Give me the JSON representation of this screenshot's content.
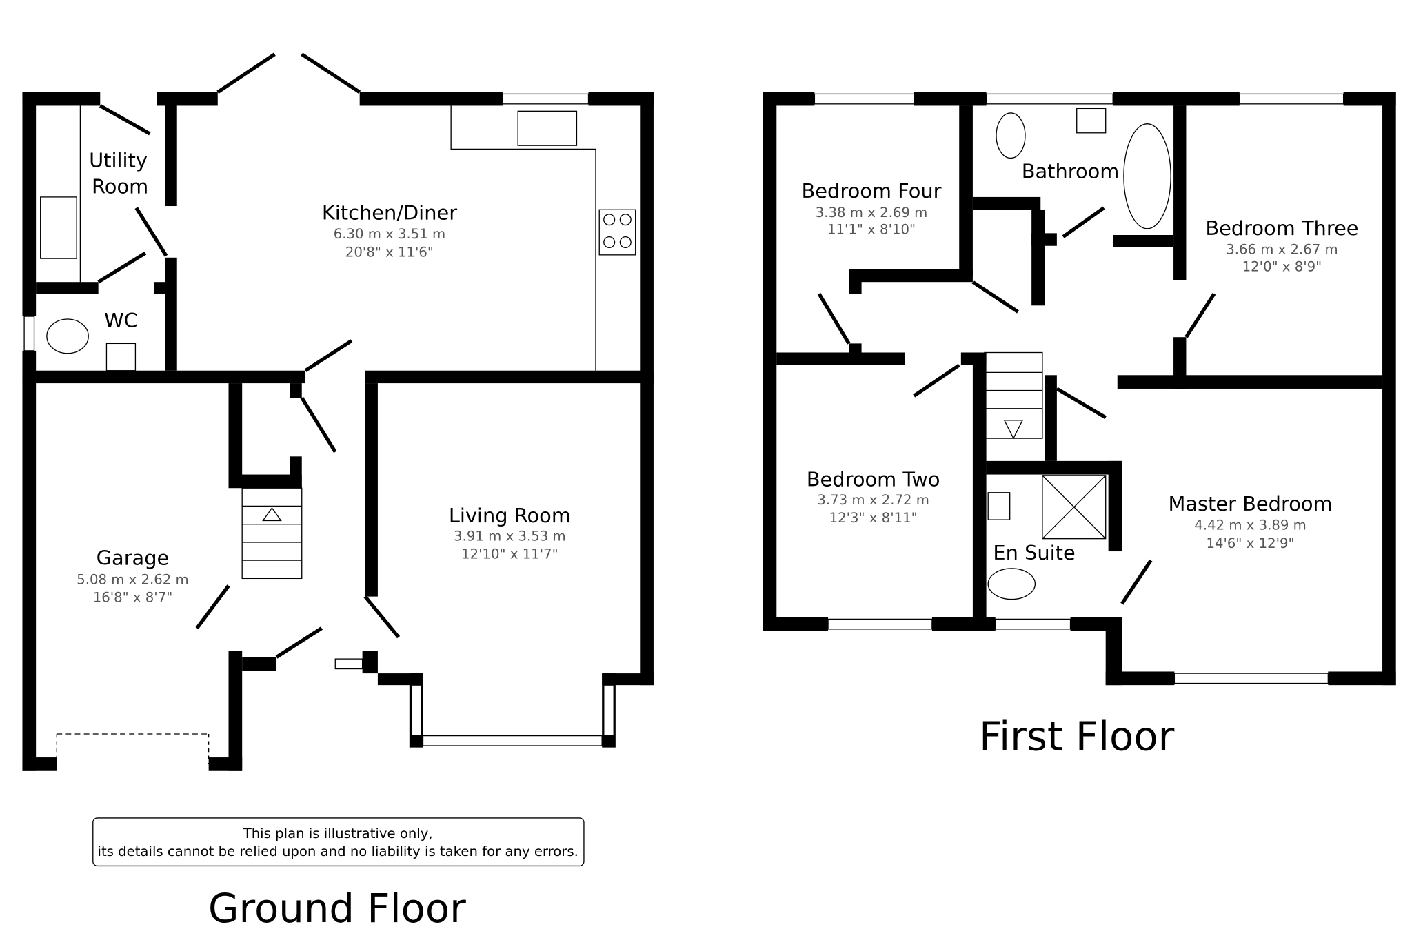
{
  "ground_floor": {
    "title": "Ground Floor",
    "rooms": {
      "utility": {
        "name_line1": "Utility",
        "name_line2": "Room"
      },
      "kitchen": {
        "name": "Kitchen/Diner",
        "metric": "6.30 m x 3.51 m",
        "imperial": "20'8\" x 11'6\""
      },
      "wc": {
        "name": "WC"
      },
      "garage": {
        "name": "Garage",
        "metric": "5.08 m x 2.62 m",
        "imperial": "16'8\" x 8'7\""
      },
      "living": {
        "name": "Living Room",
        "metric": "3.91 m x 3.53 m",
        "imperial": "12'10\" x 11'7\""
      }
    },
    "disclaimer": {
      "line1": "This plan is illustrative only,",
      "line2": "its details cannot be relied upon and no liability is taken for any errors."
    }
  },
  "first_floor": {
    "title": "First Floor",
    "rooms": {
      "bed4": {
        "name": "Bedroom Four",
        "metric": "3.38 m x 2.69 m",
        "imperial": "11'1\" x 8'10\""
      },
      "bath": {
        "name": "Bathroom"
      },
      "bed3": {
        "name": "Bedroom Three",
        "metric": "3.66 m x 2.67 m",
        "imperial": "12'0\" x 8'9\""
      },
      "bed2": {
        "name": "Bedroom Two",
        "metric": "3.73 m x 2.72 m",
        "imperial": "12'3\" x 8'11\""
      },
      "ensuite": {
        "name": "En Suite"
      },
      "master": {
        "name": "Master Bedroom",
        "metric": "4.42 m x 3.89 m",
        "imperial": "14'6\" x 12'9\""
      }
    }
  },
  "colors": {
    "wall": "#000000",
    "dimension_text": "#555555",
    "background": "#ffffff"
  }
}
